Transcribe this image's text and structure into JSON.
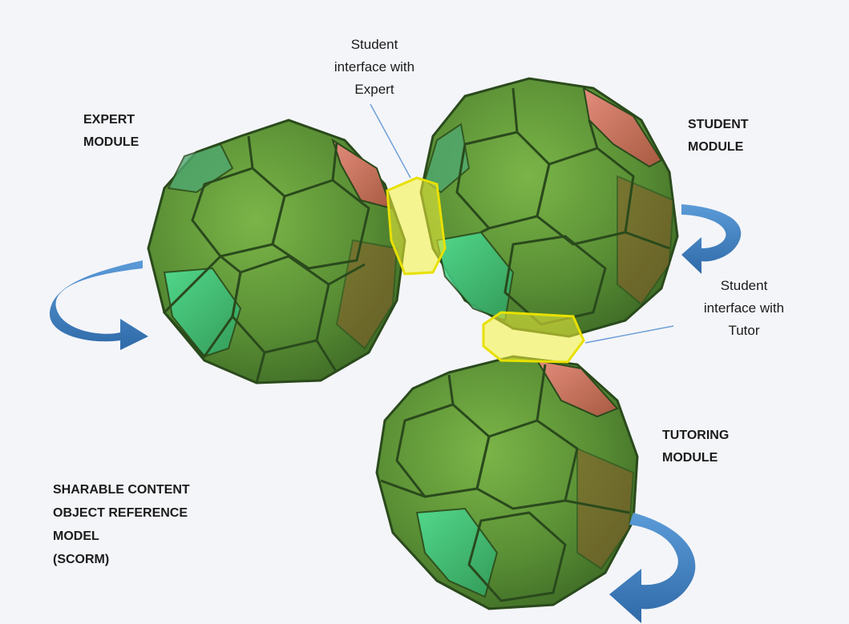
{
  "modules": {
    "expert": {
      "line1": "EXPERT",
      "line2": "MODULE"
    },
    "student": {
      "line1": "STUDENT",
      "line2": "MODULE"
    },
    "tutoring": {
      "line1": "TUTORING",
      "line2": "MODULE"
    }
  },
  "interfaces": {
    "expert": {
      "line1": "Student",
      "line2": "interface with",
      "line3": "Expert"
    },
    "tutor": {
      "line1": "Student",
      "line2": "interface with",
      "line3": "Tutor"
    }
  },
  "scorm": {
    "line1": "SHARABLE CONTENT",
    "line2": "OBJECT REFERENCE",
    "line3": "MODEL",
    "line4": "(SCORM)"
  },
  "colors": {
    "sphere_green": "#5a9e3c",
    "sphere_dark": "#2f5a22",
    "highlight_teal": "#3fd08a",
    "accent_red": "#c86a5c",
    "interface_yellow": "#f4f23a",
    "arrow_blue": "#3f7ec0"
  }
}
